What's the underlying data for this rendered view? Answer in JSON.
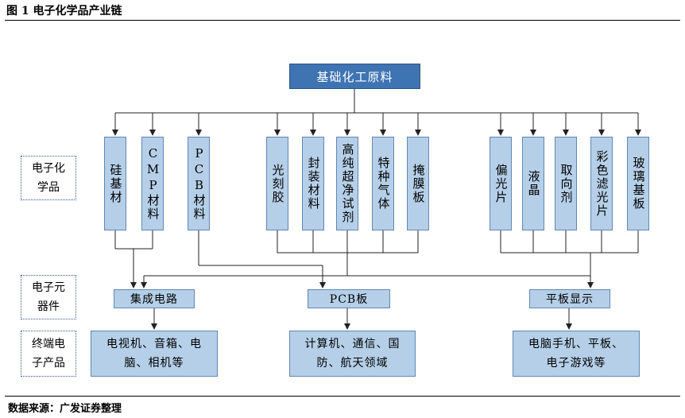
{
  "figure": {
    "title": "图 1    电子化学品产业链",
    "source": "数据来源：广发证券整理"
  },
  "row_labels": [
    {
      "lines": [
        "电子化",
        "学品"
      ]
    },
    {
      "lines": [
        "电子元",
        "器件"
      ]
    },
    {
      "lines": [
        "终端电",
        "子产品"
      ]
    }
  ],
  "root": {
    "label": "基础化工原料"
  },
  "chemicals": [
    {
      "label": "硅基材"
    },
    {
      "label": "CMP材料"
    },
    {
      "label": "PCB材料"
    },
    {
      "label": "光刻胶"
    },
    {
      "label": "封装材料"
    },
    {
      "label": "高纯超净试剂"
    },
    {
      "label": "特种气体"
    },
    {
      "label": "掩膜板"
    },
    {
      "label": "偏光片"
    },
    {
      "label": "液晶"
    },
    {
      "label": "取向剂"
    },
    {
      "label": "彩色滤光片"
    },
    {
      "label": "玻璃基板"
    }
  ],
  "components": [
    {
      "label": "集成电路"
    },
    {
      "label": "PCB板"
    },
    {
      "label": "平板显示"
    }
  ],
  "terminals": [
    {
      "lines": [
        "电视机、音箱、电",
        "脑、相机等"
      ]
    },
    {
      "lines": [
        "计算机、通信、国",
        "防、航天领域"
      ]
    },
    {
      "lines": [
        "电脑手机、平板、",
        "电子游戏等"
      ]
    }
  ],
  "colors": {
    "root_fill": "#3f74b3",
    "box_fill": "#b5cfe8",
    "box_border": "#5f87b4",
    "label_border": "#3c5a8c"
  }
}
